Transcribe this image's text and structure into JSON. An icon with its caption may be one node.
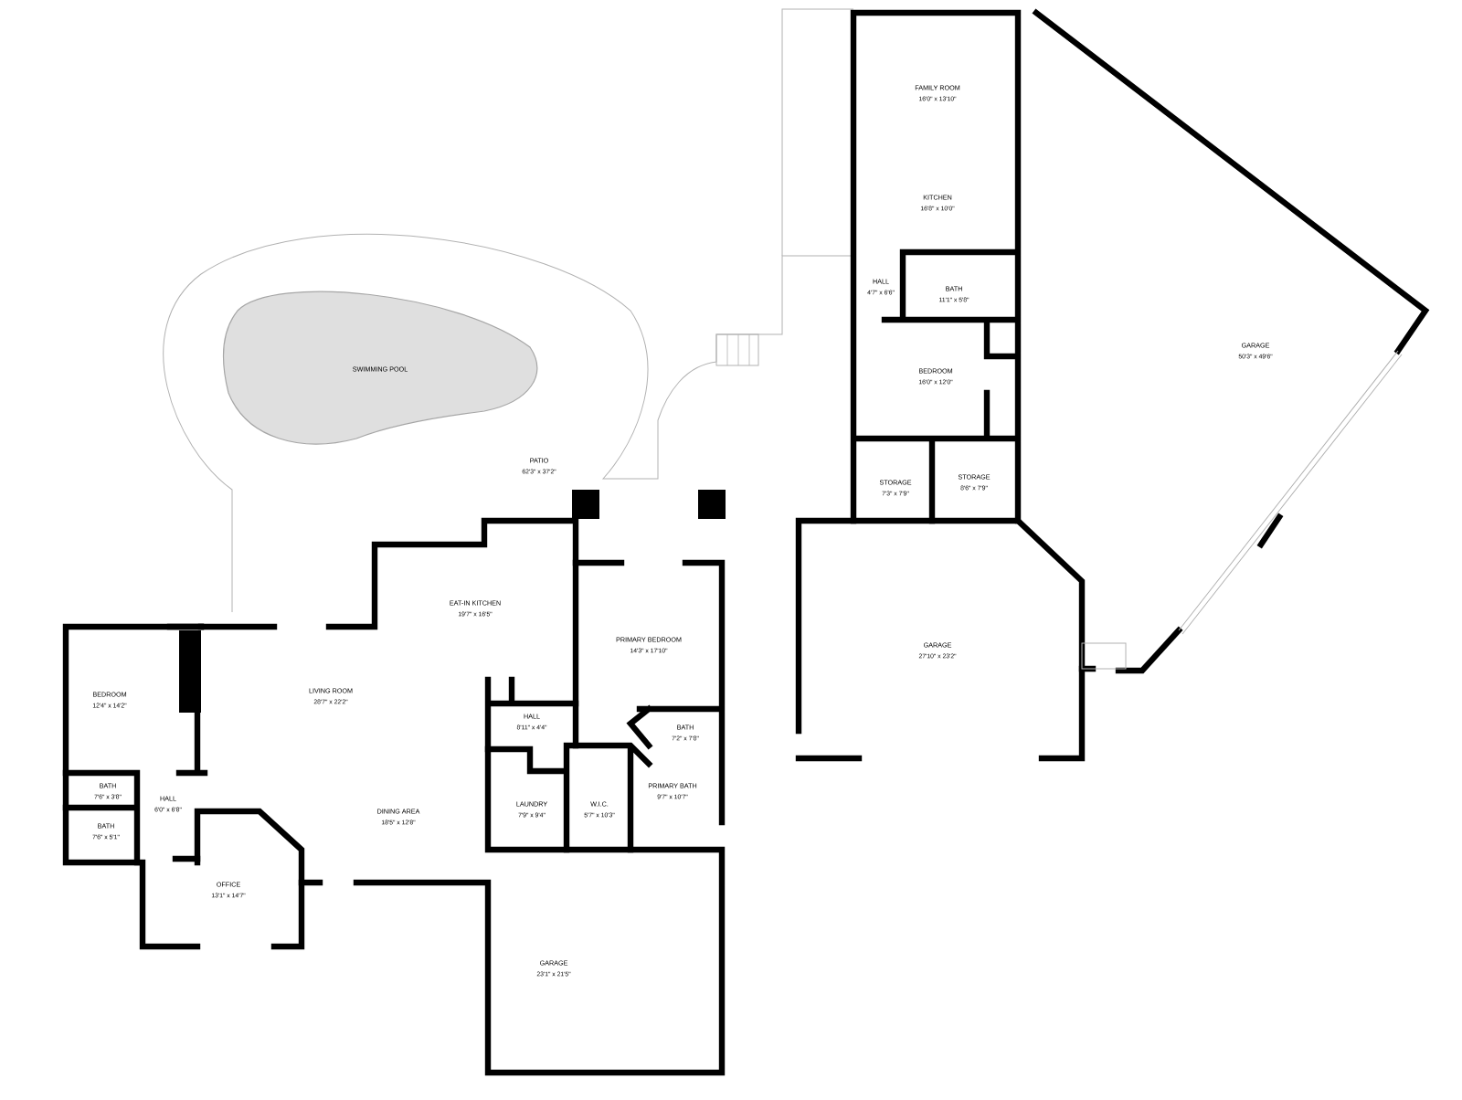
{
  "diagram": {
    "labels": [
      "FAMILY ROOM",
      "16'0\" x 13'10\"",
      "KITCHEN",
      "16'8\" x 10'0\"",
      "HALL",
      "4'7\" x 6'6\"",
      "BATH",
      "11'1\" x 5'8\"",
      "BEDROOM",
      "16'0\" x 12'0\"",
      "GARAGE",
      "50'3\" x 49'6\"",
      "SWIMMING POOL",
      "PATIO",
      "62'3\" x 37'2\"",
      "STORAGE",
      "7'3\" x 7'9\"",
      "STORAGE",
      "8'6\" x 7'9\"",
      "EAT-IN KITCHEN",
      "19'7\" x 16'5\"",
      "PRIMARY BEDROOM",
      "14'3\" x 17'10\"",
      "GARAGE",
      "27'10\" x 23'2\"",
      "BEDROOM",
      "12'4\" x 14'2\"",
      "LIVING ROOM",
      "28'7\" x 22'2\"",
      "HALL",
      "8'11\" x 4'4\"",
      "BATH",
      "7'2\" x 7'8\"",
      "BATH",
      "7'6\" x 3'8\"",
      "HALL",
      "6'0\" x 6'8\"",
      "BATH",
      "7'6\" x 5'1\"",
      "DINING AREA",
      "18'5\" x 12'8\"",
      "LAUNDRY",
      "7'9\" x 9'4\"",
      "W.I.C.",
      "5'7\" x 10'3\"",
      "PRIMARY BATH",
      "9'7\" x 10'7\"",
      "OFFICE",
      "13'1\" x 14'7\"",
      "GARAGE",
      "23'1\" x 21'5\""
    ]
  }
}
